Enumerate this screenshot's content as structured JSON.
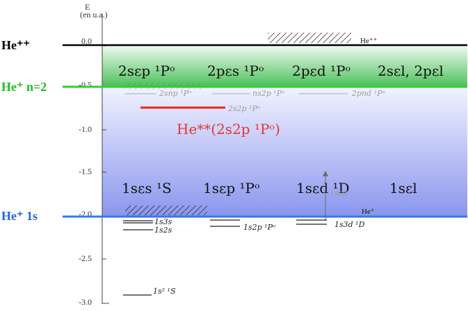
{
  "axis": {
    "title": "E",
    "unit": "(en u.a.)",
    "ticks": [
      "0.0",
      "-0.5",
      "-1.0",
      "-1.5",
      "-2.0",
      "-2.5",
      "-3.0"
    ]
  },
  "thresholds": {
    "he_pp": "He⁺⁺",
    "he_p_n2": "He⁺ n=2",
    "he_p_1s": "He⁺ 1s",
    "he_pp_tag": "He⁺⁺",
    "he_p_tag": "He⁺"
  },
  "upper_band": {
    "labels": [
      "2sεp ¹Pᵒ",
      "2pεs ¹Pᵒ",
      "2pεd ¹Pᵒ",
      "2sεl, 2pεl"
    ]
  },
  "lower_band": {
    "labels": [
      "1sεs ¹S",
      "1sεp ¹Pᵒ",
      "1sεd ¹D",
      "1sεl"
    ]
  },
  "faint_levels": [
    "2snp ¹Pᵒ",
    "ns2p ¹Pᵒ",
    "2pnd ¹Pᵒ",
    "2s2p ¹Pᵒ",
    "1sεd"
  ],
  "resonance": {
    "label": "He**(2s2p ¹Pᵒ)"
  },
  "bound_levels": [
    "1s3s",
    "1s2s",
    "1s2p ¹Pᵒ",
    "1s3d ¹D",
    "1s² ¹S"
  ],
  "colors": {
    "upper_band": "#3fbf4a",
    "lower_band": "#8a96ee",
    "n2_line": "#33cc33",
    "ground_line": "#3377ee",
    "resonance_line": "#ee2222",
    "green_label": "#22bb22",
    "blue_label": "#2266dd"
  }
}
